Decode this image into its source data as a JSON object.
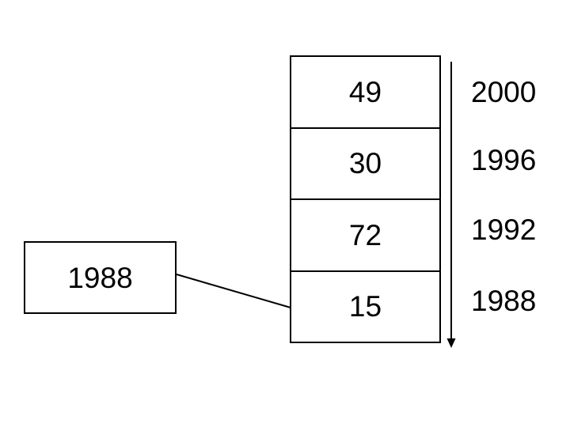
{
  "slide": {
    "background_color": "#ffffff",
    "stroke_color": "#000000",
    "text_color": "#000000"
  },
  "array": {
    "rows": [
      {
        "value": "49",
        "year": "2000"
      },
      {
        "value": "30",
        "year": "1996"
      },
      {
        "value": "72",
        "year": "1992"
      },
      {
        "value": "15",
        "year": "1988"
      }
    ]
  },
  "callout": {
    "label": "1988"
  },
  "icons": {
    "timeline_arrowhead": "down-arrow-icon"
  }
}
